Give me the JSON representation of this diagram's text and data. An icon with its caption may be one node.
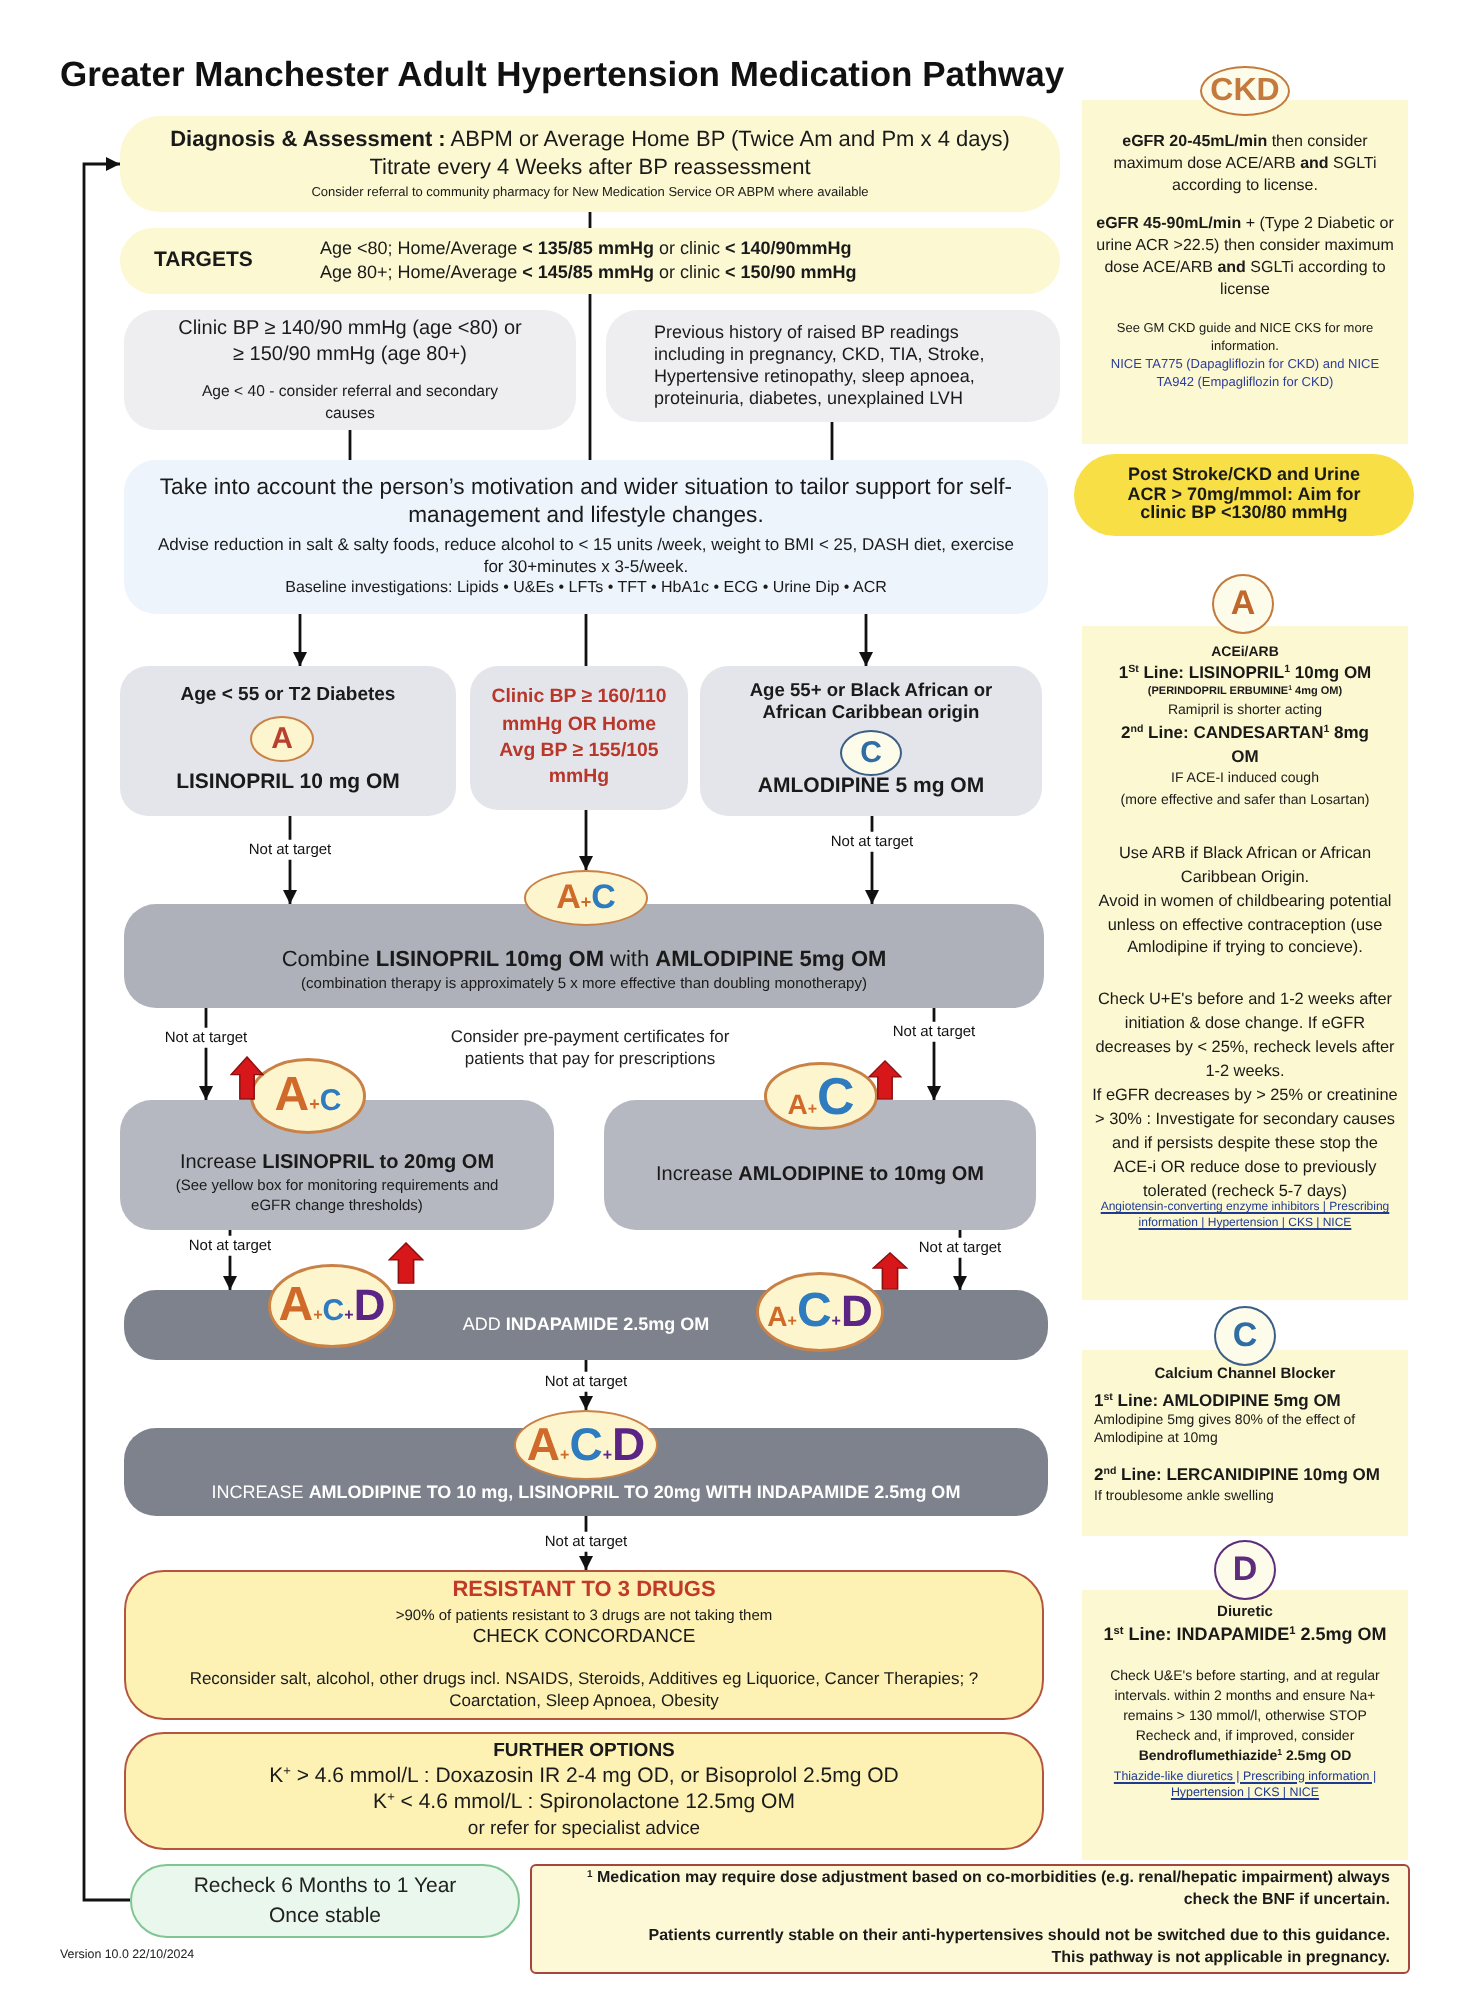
{
  "diagram": {
    "title": "Greater Manchester Adult Hypertension Medication Pathway",
    "nodes": [
      {
        "text": [
          "**Diagnosis & Assessment :** ABPM or Average Home BP (Twice Am and Pm x 4 days)",
          "Titrate every 4 Weeks after BP reassessment",
          "Consider referral to community pharmacy for New Medication Service OR ABPM where available"
        ]
      },
      {
        "text": [
          "TARGETS",
          "Age <80; Home/Average **< 135/85 mmHg** or clinic **< 140/90mmHg**",
          "Age 80+; Home/Average **< 145/85 mmHg** or clinic **< 150/90 mmHg**"
        ]
      },
      {
        "text": [
          "Clinic BP ≥ 140/90 mmHg (age <80) or ≥ 150/90 mmHg (age 80+)",
          "Age < 40 - consider referral and secondary causes"
        ]
      },
      {
        "text": [
          "Previous history of raised BP readings including in pregnancy, CKD, TIA, Stroke, Hypertensive retinopathy, sleep apnoea, proteinuria, diabetes, unexplained LVH"
        ]
      },
      {
        "text": [
          "Take into account the person’s motivation and wider situation to tailor support for self-management and lifestyle changes.",
          "Advise reduction in salt & salty foods, reduce alcohol to < 15 units /week, weight to BMI < 25, DASH diet, exercise for 30+minutes x 3-5/week.",
          "Baseline investigations: Lipids • U&Es • LFTs • TFT • HbA1c • ECG • Urine Dip • ACR"
        ]
      },
      {
        "text": [
          "Age < 55 or T2 Diabetes",
          "LISINOPRIL 10 mg OM"
        ]
      },
      {
        "text": [
          "A"
        ],
        "in": 5
      },
      {
        "text": [
          "Clinic BP ≥ 160/110 mmHg OR Home Avg BP ≥ 155/105 mmHg"
        ]
      },
      {
        "text": [
          "Age 55+ or Black African or African Caribbean origin",
          "AMLODIPINE 5 mg OM"
        ]
      },
      {
        "text": [
          "C"
        ],
        "in": 8
      },
      {
        "text": [
          "A+C"
        ]
      },
      {
        "text": [
          "Combine **LISINOPRIL 10mg OM** with **AMLODIPINE 5mg OM**",
          "(combination therapy is approximately 5 x more effective than doubling monotherapy)"
        ]
      },
      {
        "text": [
          "Increase **LISINOPRIL to 20mg OM**",
          "(See yellow box for monitoring requirements and eGFR change thresholds)"
        ]
      },
      {
        "text": [
          "A+C"
        ]
      },
      {
        "text": [
          "Increase **AMLODIPINE to 10mg OM**"
        ]
      },
      {
        "text": [
          "A+C"
        ]
      },
      {
        "text": [
          "ADD **INDAPAMIDE 2.5mg OM**"
        ]
      },
      {
        "text": [
          "A+C+D"
        ]
      },
      {
        "text": [
          "A+C+D"
        ]
      },
      {
        "text": [
          "A+C+D"
        ]
      },
      {
        "text": [
          "INCREASE **AMLODIPINE TO 10 mg, LISINOPRIL TO 20mg WITH INDAPAMIDE 2.5mg OM**"
        ]
      },
      {
        "text": [
          "RESISTANT TO 3 DRUGS",
          ">90% of patients resistant to 3 drugs are not taking them",
          "CHECK CONCORDANCE",
          "Reconsider salt, alcohol, other drugs incl. NSAIDS, Steroids, Additives eg Liquorice, Cancer Therapies; ? Coarctation, Sleep Apnoea, Obesity"
        ]
      },
      {
        "text": [
          "FURTHER OPTIONS",
          "K$^{+}$ > 4.6 mmol/L : Doxazosin IR 2-4 mg OD, or Bisoprolol 2.5mg OD",
          "K$^{+}$ < 4.6 mmol/L : Spironolactone 12.5mg OM",
          "or refer for specialist advice"
        ]
      },
      {
        "text": [
          "Recheck 6 Months to 1 Year Once stable"
        ]
      },
      {
        "text": [
          "$^{1}$ Medication may require dose adjustment based on co-morbidities (e.g. renal/hepatic impairment) always check the BNF if uncertain.",
          "Patients currently stable on their anti-hypertensives should not be switched due to this guidance.",
          "This pathway is not applicable in pregnancy."
        ]
      },
      {
        "text": [
          "CKD"
        ]
      },
      {
        "text": [
          "**eGFR 20-45mL/min** then consider maximum dose ACE/ARB **and** SGLTi according to license.",
          "**eGFR 45-90mL/min** + (Type 2 Diabetic or urine ACR >22.5) then consider maximum dose ACE/ARB **and** SGLTi according to license",
          "See GM CKD guide and NICE CKS for more information.",
          "NICE TA775 (Dapagliflozin for CKD) and NICE TA942 (Empagliflozin for CKD)"
        ]
      },
      {
        "text": [
          "Post Stroke/CKD and Urine ACR > 70mg/mmol: Aim for clinic BP <130/80 mmHg"
        ]
      },
      {
        "text": [
          "A"
        ]
      },
      {
        "text": [
          "ACEi/ARB",
          "1$^{St}$ Line: LISINOPRIL$^{1}$ 10mg OM",
          "(PERINDOPRIL ERBUMINE$^{1}$ 4mg OM)",
          "Ramipril is shorter acting",
          "2$^{nd}$ Line: CANDESARTAN$^{1}$ 8mg OM",
          "IF ACE-I induced cough",
          "(more effective and safer than Losartan)",
          "Use ARB if Black African or African Caribbean Origin.",
          "Avoid in women of childbearing potential unless on effective contraception (use Amlodipine if trying to concieve).",
          "Check U+E's before and 1-2 weeks after initiation & dose change. If eGFR decreases by < 25%, recheck levels after 1-2 weeks.",
          "If eGFR decreases by > 25% or creatinine > 30% : Investigate for secondary causes and if persists despite these stop the ACE-i OR reduce dose to previously tolerated (recheck 5-7 days)",
          "Angiotensin-converting enzyme inhibitors | Prescribing information | Hypertension | CKS | NICE"
        ]
      },
      {
        "text": [
          "C"
        ]
      },
      {
        "text": [
          "Calcium Channel Blocker",
          "1$^{st}$ Line: AMLODIPINE 5mg OM",
          "Amlodipine 5mg gives 80% of the effect of Amlodipine at 10mg",
          "2$^{nd}$ Line: LERCANIDIPINE 10mg OM",
          "If troublesome ankle swelling"
        ]
      },
      {
        "text": [
          "D"
        ]
      },
      {
        "text": [
          "Diuretic",
          "1$^{st}$ Line: INDAPAMIDE$^{1}$ 2.5mg OM",
          "Check U&E's before starting, and at regular intervals. within 2 months and ensure Na+ remains > 130 mmol/l, otherwise STOP",
          "Recheck and, if improved, consider **Bendroflumethiazide$^{1}$ 2.5mg OD**",
          "Thiazide-like diuretics | Prescribing information | Hypertension | CKS | NICE"
        ]
      }
    ],
    "edges": [
      {
        "from": 0,
        "to": 1,
        "arrow": "none"
      },
      {
        "from": 1,
        "to": 4,
        "arrow": "none"
      },
      {
        "from": 2,
        "to": 4,
        "arrow": "none"
      },
      {
        "from": 3,
        "to": 4,
        "arrow": "none"
      },
      {
        "from": 4,
        "to": 5,
        "arrow": "to"
      },
      {
        "from": 4,
        "to": 7,
        "arrow": "none"
      },
      {
        "from": 4,
        "to": 8,
        "arrow": "to"
      },
      {
        "from": 5,
        "to": 11,
        "arrow": "to",
        "label": "Not at target"
      },
      {
        "from": 7,
        "to": 10,
        "arrow": "to"
      },
      {
        "from": 8,
        "to": 11,
        "arrow": "to",
        "label": "Not at target"
      },
      {
        "from": 11,
        "to": 12,
        "arrow": "to",
        "label": "Not at target"
      },
      {
        "from": 11,
        "to": 14,
        "arrow": "to",
        "label": "Not at target"
      },
      {
        "from": 12,
        "to": 16,
        "arrow": "to",
        "label": "Not at target"
      },
      {
        "from": 14,
        "to": 16,
        "arrow": "to",
        "label": "Not at target"
      },
      {
        "from": 16,
        "to": 19,
        "arrow": "to",
        "label": "Not at target"
      },
      {
        "from": 20,
        "to": 21,
        "arrow": "to",
        "label": "Not at target"
      },
      {
        "from": 23,
        "to": 0,
        "arrow": "to"
      }
    ],
    "labels": [
      "Consider pre-payment certificates for patients that pay for prescriptions",
      "Version 10.0 22/10/2024"
    ]
  }
}
